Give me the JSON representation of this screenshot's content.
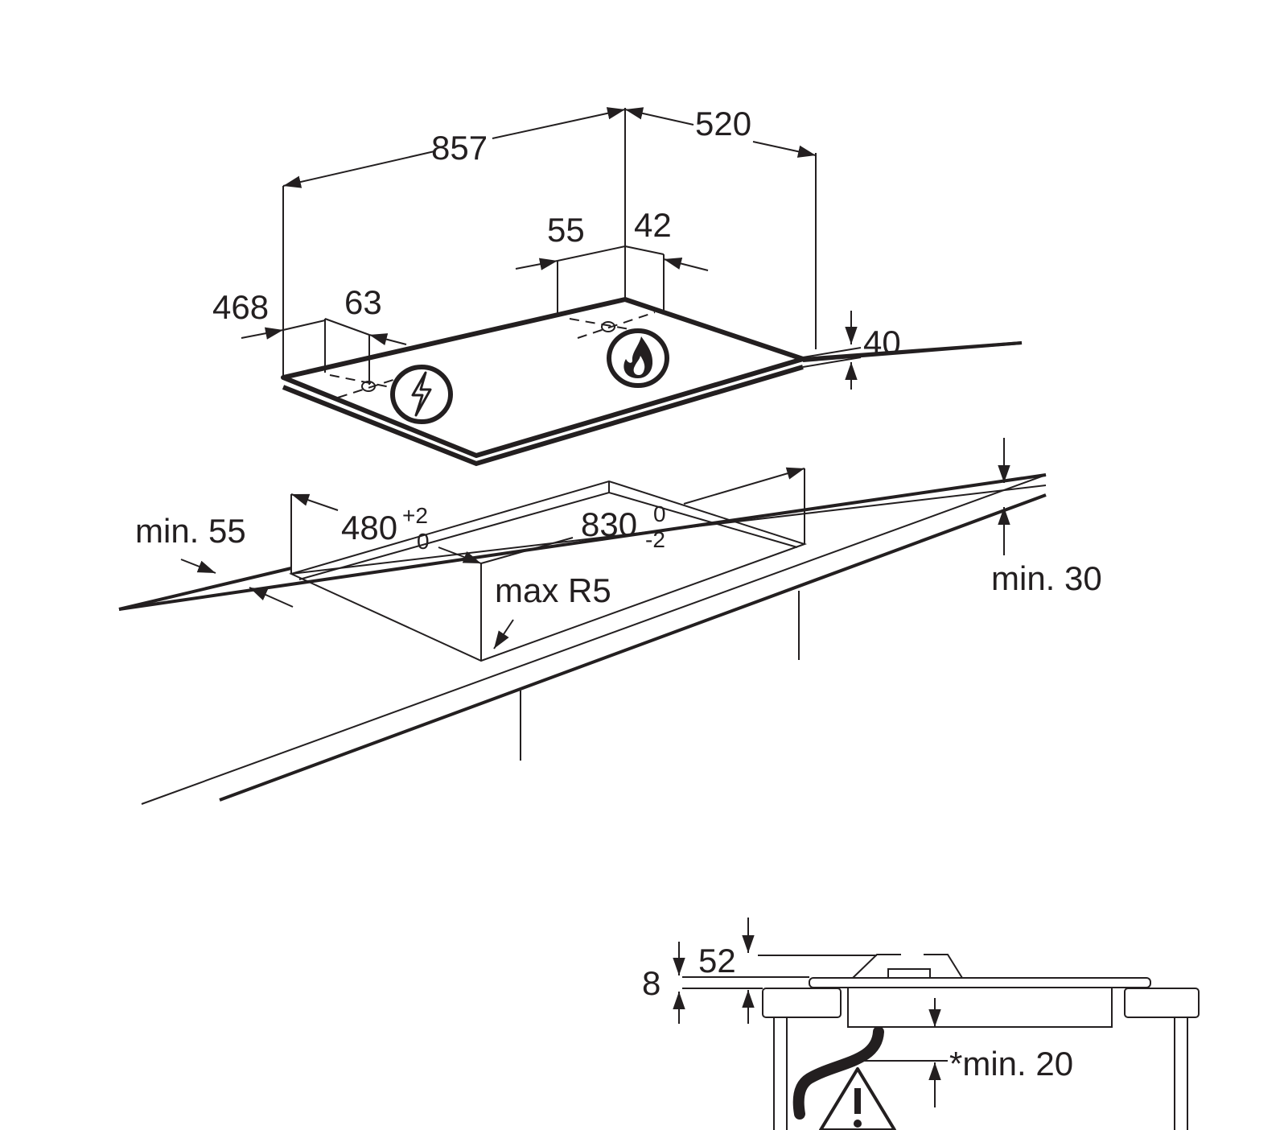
{
  "dimensions": {
    "width_857": "857",
    "depth_520": "520",
    "offset_55": "55",
    "offset_42": "42",
    "offset_468": "468",
    "offset_63": "63",
    "height_40": "40"
  },
  "cutout": {
    "depth_value": "480",
    "depth_tol_upper": "+2",
    "depth_tol_lower": "0",
    "width_value": "830",
    "width_tol_upper": "0",
    "width_tol_lower": "-2",
    "min_front": "min. 55",
    "corner_radius": "max R5",
    "min_worktop": "min. 30"
  },
  "section": {
    "height_52": "52",
    "height_8": "8",
    "min_clearance": "*min. 20"
  },
  "icons": [
    "electric-connection-icon",
    "gas-connection-icon",
    "warning-icon"
  ],
  "colors": {
    "line": "#231f20",
    "background": "#ffffff"
  }
}
